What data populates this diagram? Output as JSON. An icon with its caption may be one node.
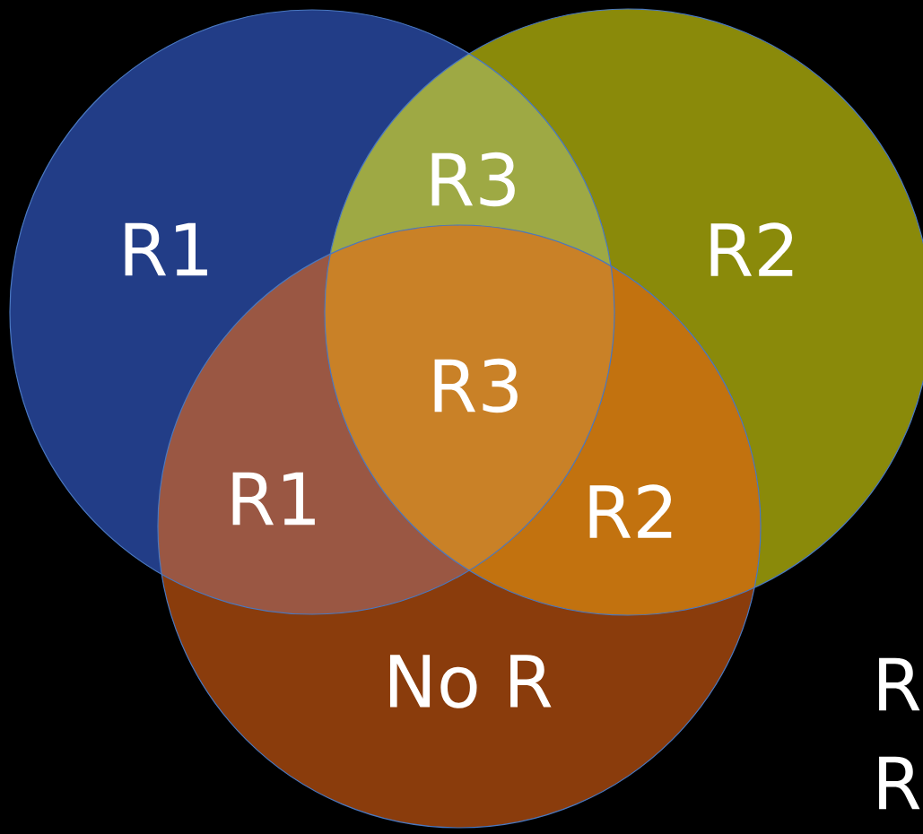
{
  "diagram": {
    "nodes": [
      {
        "text": [
          "R1"
        ]
      },
      {
        "text": [
          "R2"
        ]
      },
      {
        "text": [
          "No R"
        ]
      }
    ],
    "labels": [
      "R3",
      "R3",
      "R1",
      "R2",
      "R",
      "R"
    ]
  }
}
